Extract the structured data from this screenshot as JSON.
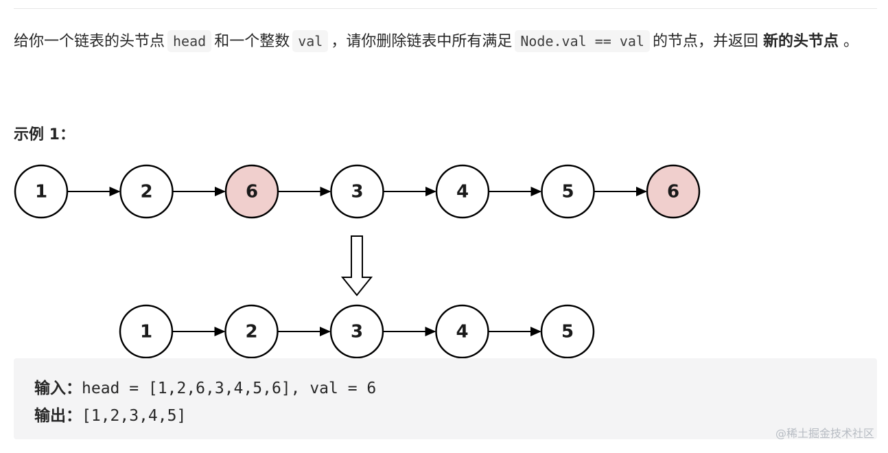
{
  "description": {
    "part1": "给你一个链表的头节点",
    "code1": "head",
    "part2": "和一个整数",
    "code2": "val",
    "part3": "，请你删除链表中所有满足",
    "code3": "Node.val == val",
    "part4": "的节点，并返回",
    "bold": "新的头节点",
    "part5": "。"
  },
  "example": {
    "title": "示例 1："
  },
  "diagram": {
    "before": [
      {
        "label": "1",
        "removed": false
      },
      {
        "label": "2",
        "removed": false
      },
      {
        "label": "6",
        "removed": true
      },
      {
        "label": "3",
        "removed": false
      },
      {
        "label": "4",
        "removed": false
      },
      {
        "label": "5",
        "removed": false
      },
      {
        "label": "6",
        "removed": true
      }
    ],
    "after": [
      {
        "label": "1",
        "removed": false
      },
      {
        "label": "2",
        "removed": false
      },
      {
        "label": "3",
        "removed": false
      },
      {
        "label": "4",
        "removed": false
      },
      {
        "label": "5",
        "removed": false
      }
    ],
    "colors": {
      "removed_fill": "#f0cfcd",
      "normal_fill": "#ffffff",
      "stroke": "#000000"
    }
  },
  "io": {
    "input_label": "输入：",
    "input_value": "head = [1,2,6,3,4,5,6], val = 6",
    "output_label": "输出：",
    "output_value": "[1,2,3,4,5]"
  },
  "watermark": "@稀土掘金技术社区"
}
